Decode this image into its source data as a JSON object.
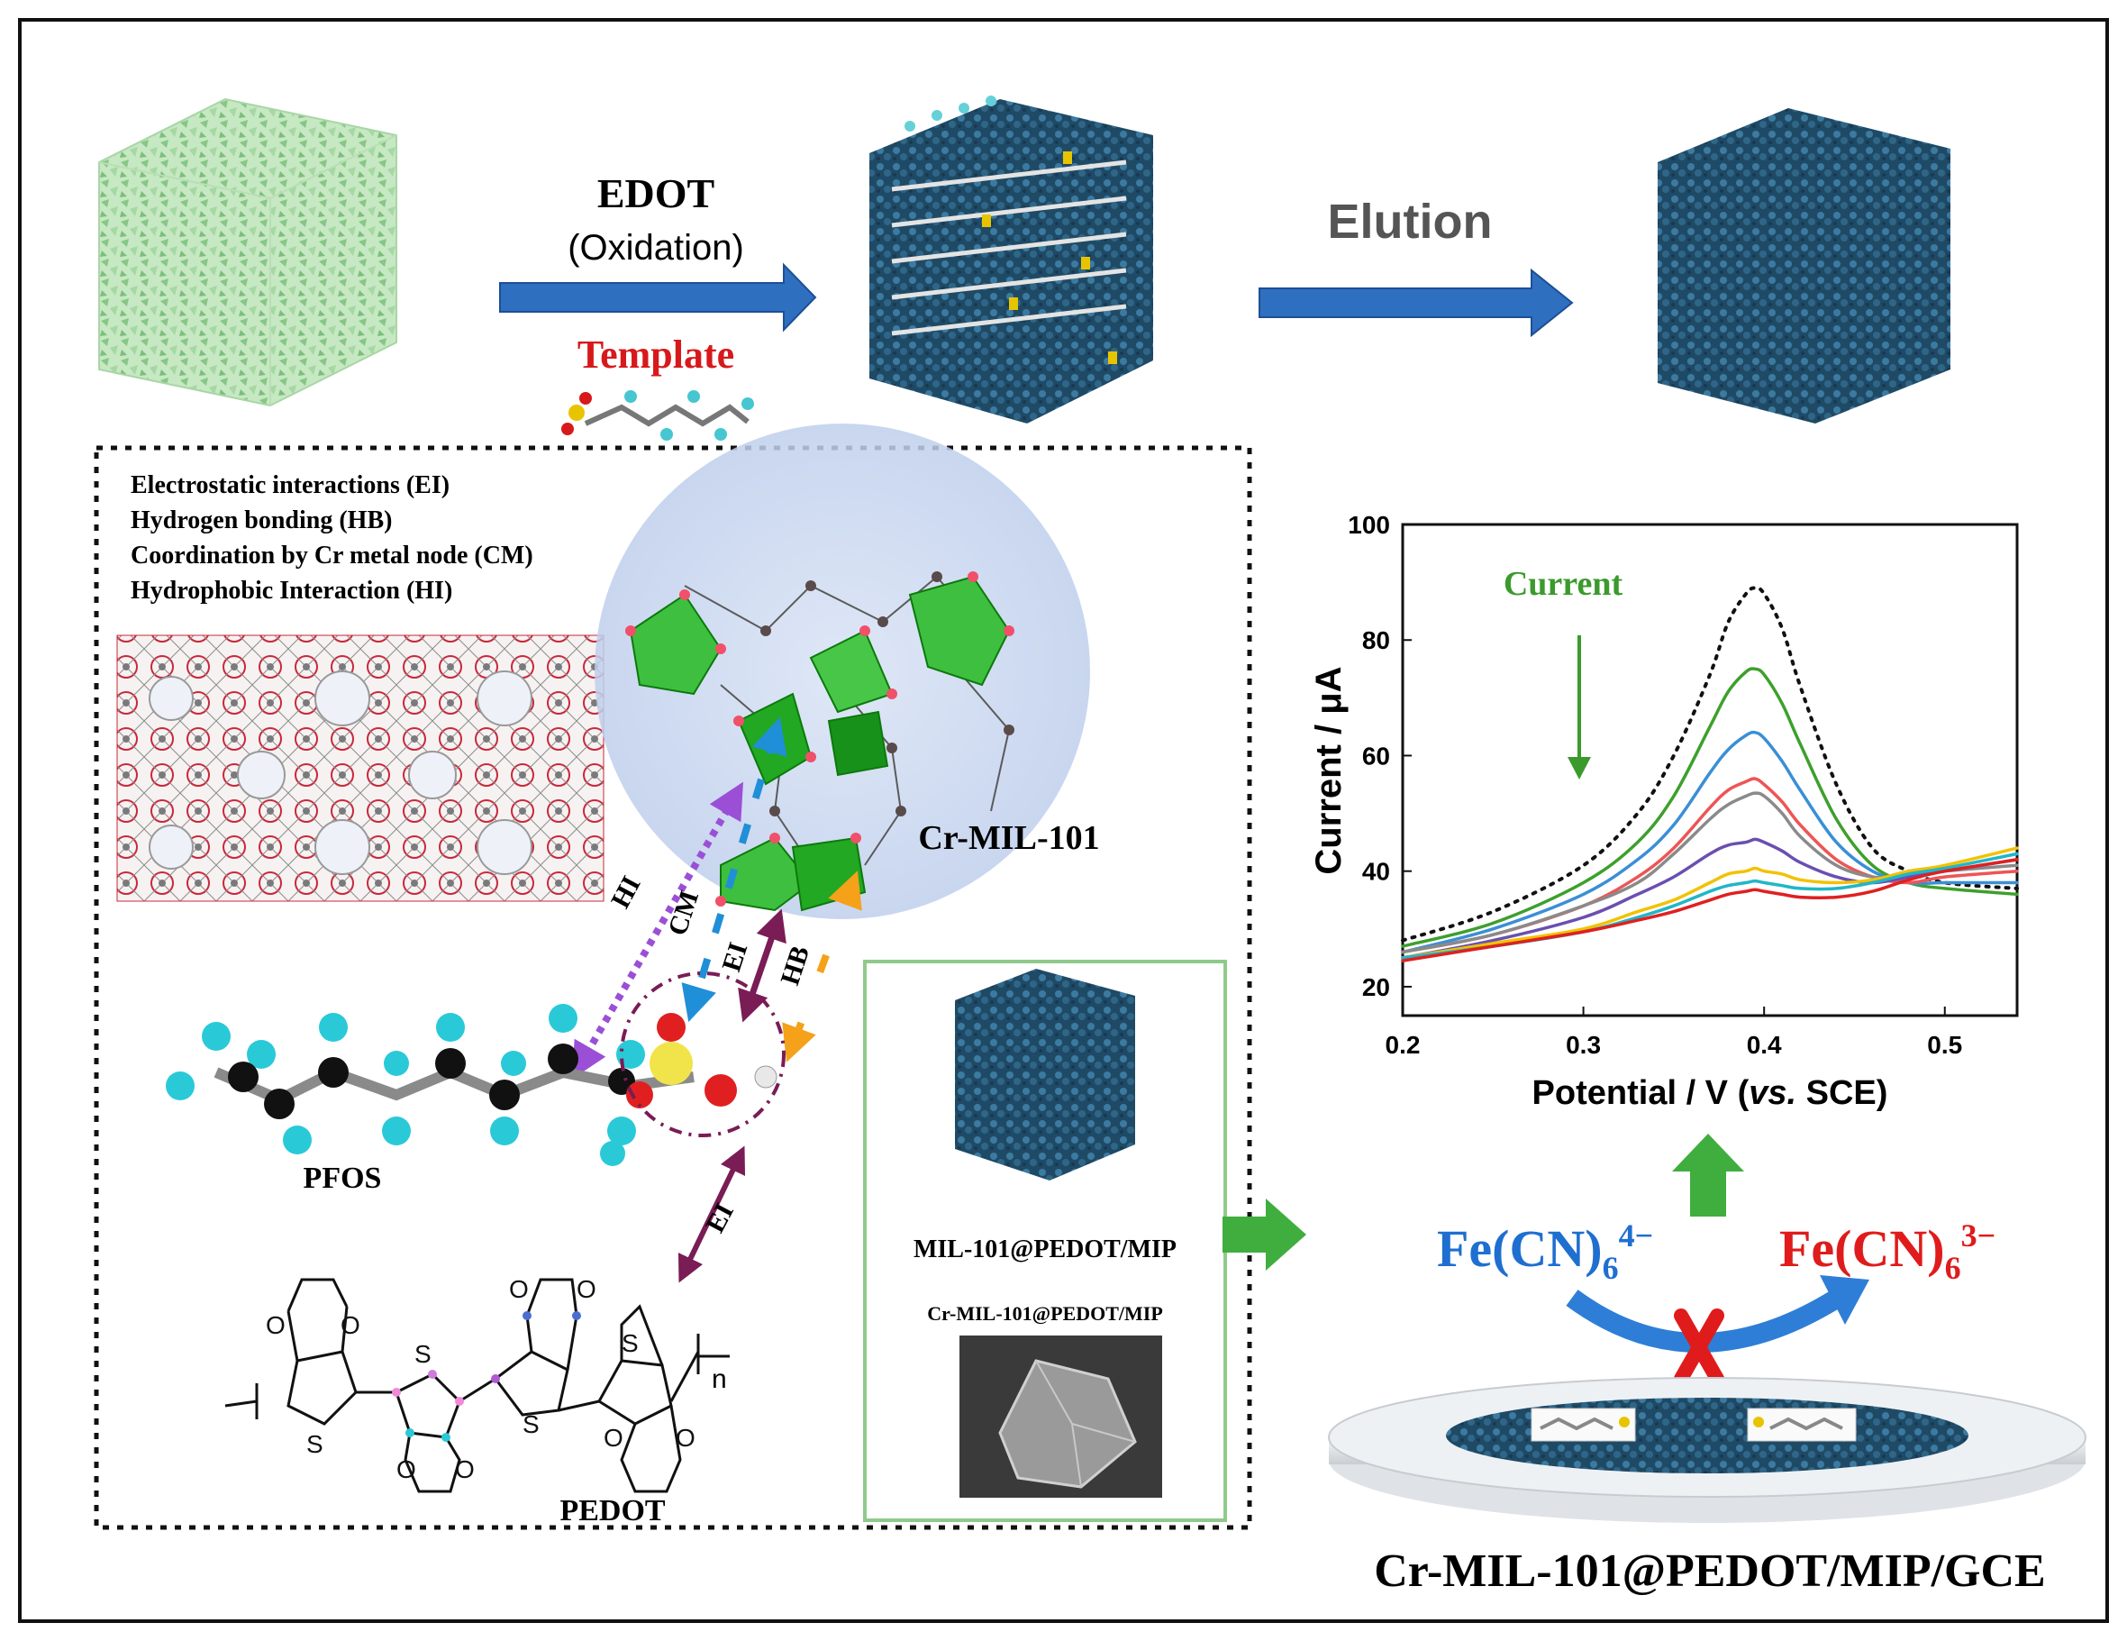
{
  "colors": {
    "mof_green": "#9fd39f",
    "mof_blue": "#2b5a78",
    "arrow_blue": "#2f6fc0",
    "arrow_green": "#3fae3f",
    "template_red": "#d7191c",
    "fe4_blue": "#1e6fd0",
    "fe3_red": "#e01b1b",
    "hi_purple": "#9b4fd6",
    "cm_blue": "#1f8fd8",
    "ei_maroon": "#7a1c55",
    "hb_orange": "#f5a11a",
    "chart_current_green": "#3b9a2c"
  },
  "top_row": {
    "step1_reagent": "EDOT",
    "step1_condition": "(Oxidation)",
    "step1_template": "Template",
    "step2_label": "Elution"
  },
  "interactions": {
    "ei": "Electrostatic interactions (EI)",
    "hb": "Hydrogen bonding (HB)",
    "cm": "Coordination by Cr metal node (CM)",
    "hi": "Hydrophobic Interaction (HI)"
  },
  "arrow_labels": {
    "hi": "HI",
    "cm": "CM",
    "ei": "EI",
    "hb": "HB",
    "ei2": "EI"
  },
  "molecules": {
    "mof_name": "Cr-MIL-101",
    "pfos": "PFOS",
    "pedot": "PEDOT",
    "pedot_n": "n"
  },
  "inset": {
    "title": "MIL-101@PEDOT/MIP",
    "sem_caption": "Cr-MIL-101@PEDOT/MIP"
  },
  "redox": {
    "fe4_base": "Fe(CN)",
    "fe4_sub": "6",
    "fe4_sup": "4−",
    "fe3_base": "Fe(CN)",
    "fe3_sup": "3−",
    "fe3_sub": "6"
  },
  "electrode_label": "Cr-MIL-101@PEDOT/MIP/GCE",
  "chart_data": {
    "type": "line",
    "title": "",
    "xlabel": "Potential / V (vs. SCE)",
    "xlabel_parts": [
      "Potential / V (",
      "vs.",
      " SCE)"
    ],
    "ylabel": "Current / μA",
    "annotation": "Current",
    "xlim": [
      0.2,
      0.54
    ],
    "ylim": [
      15,
      100
    ],
    "xticks": [
      0.2,
      0.3,
      0.4,
      0.5
    ],
    "yticks": [
      20,
      40,
      60,
      80,
      100
    ],
    "xtick_labels": [
      "0.2",
      "0.3",
      "0.4",
      "0.5"
    ],
    "ytick_labels": [
      "20",
      "40",
      "60",
      "80",
      "100"
    ],
    "series": [
      {
        "color": "#111111",
        "dash": true,
        "x": [
          0.2,
          0.25,
          0.3,
          0.33,
          0.35,
          0.37,
          0.38,
          0.39,
          0.395,
          0.4,
          0.41,
          0.42,
          0.44,
          0.46,
          0.48,
          0.5,
          0.54
        ],
        "y": [
          28,
          33,
          41,
          50,
          60,
          74,
          83,
          88,
          89,
          88,
          82,
          72,
          55,
          44,
          40,
          38,
          37
        ]
      },
      {
        "color": "#3da02c",
        "dash": false,
        "x": [
          0.2,
          0.25,
          0.3,
          0.33,
          0.35,
          0.37,
          0.38,
          0.39,
          0.395,
          0.4,
          0.41,
          0.42,
          0.44,
          0.46,
          0.48,
          0.5,
          0.54
        ],
        "y": [
          27,
          31,
          38,
          45,
          53,
          65,
          71,
          74.5,
          75,
          74,
          69,
          62,
          49,
          41,
          38,
          37,
          36
        ]
      },
      {
        "color": "#3a8fd6",
        "dash": false,
        "x": [
          0.2,
          0.25,
          0.3,
          0.33,
          0.35,
          0.37,
          0.38,
          0.39,
          0.395,
          0.4,
          0.41,
          0.42,
          0.44,
          0.46,
          0.48,
          0.5,
          0.54
        ],
        "y": [
          26,
          30,
          36,
          42,
          48,
          57,
          61,
          63.5,
          64,
          63,
          59,
          54,
          45,
          40,
          38,
          38,
          38
        ]
      },
      {
        "color": "#ee5555",
        "dash": false,
        "x": [
          0.2,
          0.25,
          0.3,
          0.33,
          0.35,
          0.37,
          0.38,
          0.39,
          0.395,
          0.4,
          0.41,
          0.42,
          0.44,
          0.46,
          0.48,
          0.5,
          0.54
        ],
        "y": [
          26,
          29,
          34,
          39,
          44,
          51,
          54,
          55.5,
          56,
          55,
          52,
          48,
          42,
          39,
          38,
          39,
          40
        ]
      },
      {
        "color": "#8a8a8a",
        "dash": false,
        "x": [
          0.2,
          0.25,
          0.3,
          0.33,
          0.35,
          0.37,
          0.38,
          0.39,
          0.395,
          0.4,
          0.41,
          0.42,
          0.44,
          0.46,
          0.48,
          0.5,
          0.54
        ],
        "y": [
          26,
          29,
          34,
          38,
          43,
          49,
          51.5,
          53,
          53.5,
          53,
          50,
          46,
          41,
          39,
          39,
          40,
          41
        ]
      },
      {
        "color": "#6a4fb0",
        "dash": false,
        "x": [
          0.2,
          0.25,
          0.3,
          0.33,
          0.35,
          0.37,
          0.38,
          0.39,
          0.395,
          0.4,
          0.41,
          0.42,
          0.44,
          0.46,
          0.48,
          0.5,
          0.54
        ],
        "y": [
          25,
          28,
          32,
          36,
          39,
          43,
          44.5,
          45,
          45.5,
          45,
          43.5,
          41.5,
          39,
          38,
          39,
          40,
          42
        ]
      },
      {
        "color": "#f2c200",
        "dash": false,
        "x": [
          0.2,
          0.25,
          0.3,
          0.33,
          0.35,
          0.37,
          0.38,
          0.39,
          0.395,
          0.4,
          0.41,
          0.42,
          0.44,
          0.46,
          0.48,
          0.5,
          0.54
        ],
        "y": [
          25,
          27.5,
          30,
          33,
          35,
          38,
          39.5,
          40,
          40.5,
          40,
          39.5,
          38.5,
          38,
          38.5,
          40,
          41,
          44
        ]
      },
      {
        "color": "#21b6c8",
        "dash": false,
        "x": [
          0.2,
          0.25,
          0.3,
          0.33,
          0.35,
          0.37,
          0.38,
          0.39,
          0.395,
          0.4,
          0.41,
          0.42,
          0.44,
          0.46,
          0.48,
          0.5,
          0.54
        ],
        "y": [
          25,
          27,
          29.5,
          32,
          34,
          36.5,
          37.5,
          38,
          38.3,
          38,
          37.5,
          37,
          37,
          38,
          39.5,
          40.5,
          43
        ]
      },
      {
        "color": "#e02020",
        "dash": false,
        "x": [
          0.2,
          0.25,
          0.3,
          0.33,
          0.35,
          0.37,
          0.38,
          0.39,
          0.395,
          0.4,
          0.41,
          0.42,
          0.44,
          0.46,
          0.48,
          0.5,
          0.54
        ],
        "y": [
          24.5,
          27,
          29.5,
          31.5,
          33,
          35,
          36,
          36.5,
          36.8,
          36.5,
          36,
          35.5,
          35.5,
          36.5,
          38.5,
          40,
          42
        ]
      }
    ]
  }
}
